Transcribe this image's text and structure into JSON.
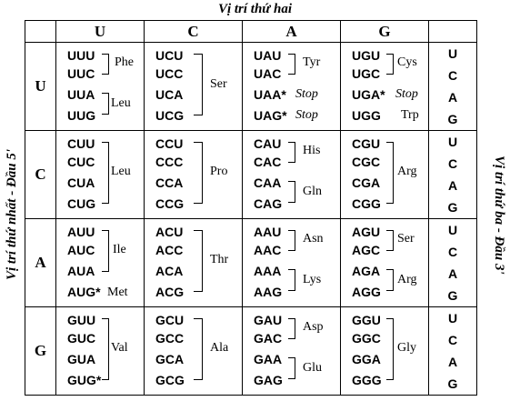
{
  "header": {
    "top": "Vị trí thứ hai",
    "left": "Vị trí thứ nhất - Đầu 5'",
    "right": "Vị trí thứ ba - Đầu 3'",
    "columns": [
      "U",
      "C",
      "A",
      "G"
    ],
    "rows": [
      "U",
      "C",
      "A",
      "G"
    ],
    "third": [
      "U",
      "C",
      "A",
      "G"
    ]
  },
  "cells": [
    [
      {
        "codons": [
          "UUU",
          "UUC",
          "UUA",
          "UUG"
        ],
        "labels": [
          "Phe",
          "Leu"
        ]
      },
      {
        "codons": [
          "UCU",
          "UCC",
          "UCA",
          "UCG"
        ],
        "labels": [
          "Ser"
        ]
      },
      {
        "codons": [
          "UAU",
          "UAC",
          "UAA*",
          "UAG*"
        ],
        "labels": [
          "Tyr",
          "Stop",
          "Stop"
        ]
      },
      {
        "codons": [
          "UGU",
          "UGC",
          "UGA*",
          "UGG"
        ],
        "labels": [
          "Cys",
          "Stop",
          "Trp"
        ]
      }
    ],
    [
      {
        "codons": [
          "CUU",
          "CUC",
          "CUA",
          "CUG"
        ],
        "labels": [
          "Leu"
        ]
      },
      {
        "codons": [
          "CCU",
          "CCC",
          "CCA",
          "CCG"
        ],
        "labels": [
          "Pro"
        ]
      },
      {
        "codons": [
          "CAU",
          "CAC",
          "CAA",
          "CAG"
        ],
        "labels": [
          "His",
          "Gln"
        ]
      },
      {
        "codons": [
          "CGU",
          "CGC",
          "CGA",
          "CGG"
        ],
        "labels": [
          "Arg"
        ]
      }
    ],
    [
      {
        "codons": [
          "AUU",
          "AUC",
          "AUA",
          "AUG*"
        ],
        "labels": [
          "Ile",
          "Met"
        ]
      },
      {
        "codons": [
          "ACU",
          "ACC",
          "ACA",
          "ACG"
        ],
        "labels": [
          "Thr"
        ]
      },
      {
        "codons": [
          "AAU",
          "AAC",
          "AAA",
          "AAG"
        ],
        "labels": [
          "Asn",
          "Lys"
        ]
      },
      {
        "codons": [
          "AGU",
          "AGC",
          "AGA",
          "AGG"
        ],
        "labels": [
          "Ser",
          "Arg"
        ]
      }
    ],
    [
      {
        "codons": [
          "GUU",
          "GUC",
          "GUA",
          "GUG*"
        ],
        "labels": [
          "Val"
        ]
      },
      {
        "codons": [
          "GCU",
          "GCC",
          "GCA",
          "GCG"
        ],
        "labels": [
          "Ala"
        ]
      },
      {
        "codons": [
          "GAU",
          "GAC",
          "GAA",
          "GAG"
        ],
        "labels": [
          "Asp",
          "Glu"
        ]
      },
      {
        "codons": [
          "GGU",
          "GGC",
          "GGA",
          "GGG"
        ],
        "labels": [
          "Gly"
        ]
      }
    ]
  ]
}
